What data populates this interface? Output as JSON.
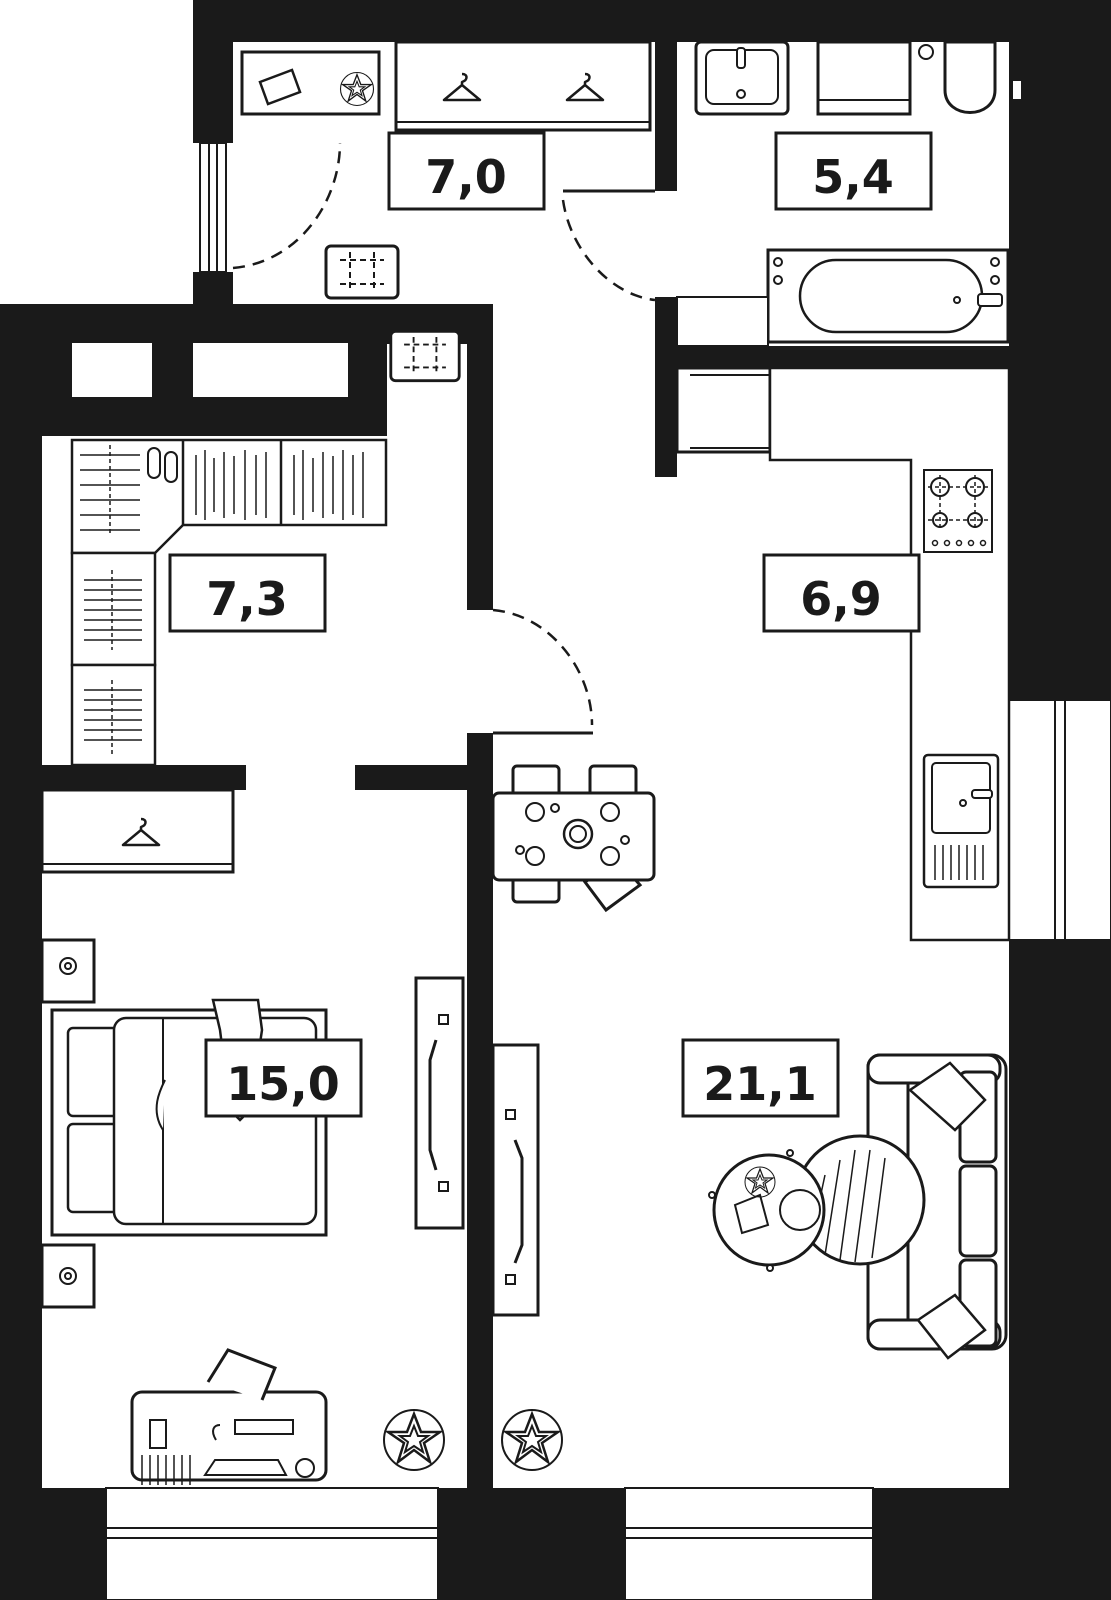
{
  "floorplan": {
    "colors": {
      "wall": "#1a1a1a",
      "line": "#1a1a1a",
      "background": "#ffffff"
    },
    "rooms": [
      {
        "id": "hallway",
        "area": "7,0"
      },
      {
        "id": "bathroom",
        "area": "5,4"
      },
      {
        "id": "wardrobe",
        "area": "7,3"
      },
      {
        "id": "kitchen",
        "area": "6,9"
      },
      {
        "id": "bedroom",
        "area": "15,0"
      },
      {
        "id": "living-room",
        "area": "21,1"
      }
    ]
  }
}
